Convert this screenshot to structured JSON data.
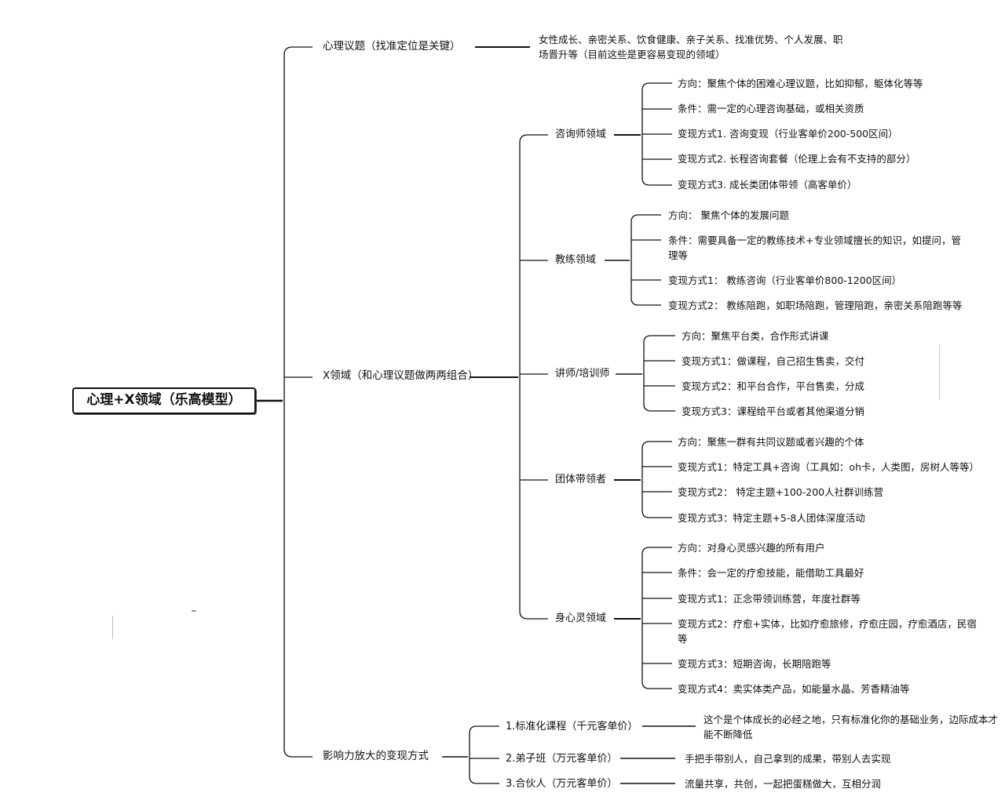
{
  "root": "心理+X领域（乐高模型）",
  "branches": {
    "topic": {
      "label": "心理议题（找准定位是关键）",
      "detail": "女性成长、亲密关系、饮食健康、亲子关系、找准优势、个人发展、职场晋升等（目前这些是更容易变现的领域）"
    },
    "x_field": {
      "label": "X领域（和心理议题做两两组合）",
      "groups": [
        {
          "label": "咨询师领域",
          "items": [
            "方向：聚焦个体的困难心理议题，比如抑郁，躯体化等等",
            "条件：需一定的心理咨询基础，或相关资质",
            "变现方式1. 咨询变现（行业客单价200-500区间）",
            "变现方式2. 长程咨询套餐（伦理上会有不支持的部分）",
            "变现方式3. 成长类团体带领（高客单价）"
          ]
        },
        {
          "label": "教练领域",
          "items": [
            "方向： 聚焦个体的发展问题",
            "条件：需要具备一定的教练技术+专业领域擅长的知识，如提问，管理等",
            "变现方式1：  教练咨询（行业客单价800-1200区间）",
            "变现方式2：  教练陪跑，如职场陪跑，管理陪跑，亲密关系陪跑等等"
          ]
        },
        {
          "label": "讲师/培训师",
          "items": [
            "方向：聚焦平台类，合作形式讲课",
            "变现方式1：做课程，自己招生售卖，交付",
            "变现方式2：和平台合作，平台售卖，分成",
            "变现方式3：课程给平台或者其他渠道分销"
          ]
        },
        {
          "label": "团体带领者",
          "items": [
            "方向：聚焦一群有共同议题或者兴趣的个体",
            "变现方式1：特定工具+咨询（工具如：oh卡，人类图，房树人等等）",
            "变现方式2：  特定主题+100-200人社群训练营",
            "变现方式3：特定主题+5-8人团体深度活动"
          ]
        },
        {
          "label": "身心灵领域",
          "items": [
            "方向：对身心灵感兴趣的所有用户",
            "条件：会一定的疗愈技能，能借助工具最好",
            "变现方式1：正念带领训练营，年度社群等",
            "变现方式2：疗愈+实体，比如疗愈旅修，疗愈庄园，疗愈酒店，民宿等",
            "变现方式3：短期咨询，长期陪跑等",
            "变现方式4：卖实体类产品，如能量水晶、芳香精油等"
          ]
        }
      ]
    },
    "influence": {
      "label": "影响力放大的变现方式",
      "items": [
        {
          "label": "1.标准化课程（千元客单价）",
          "detail": "这个是个体成长的必经之地，只有标准化你的基础业务，边际成本才能不断降低"
        },
        {
          "label": "2.弟子班（万元客单价）",
          "detail": "手把手带别人，自己拿到的成果，带别人去实现"
        },
        {
          "label": "3.合伙人（万元客单价）",
          "detail": "流量共享，共创，一起把蛋糕做大，互相分润"
        }
      ]
    }
  }
}
